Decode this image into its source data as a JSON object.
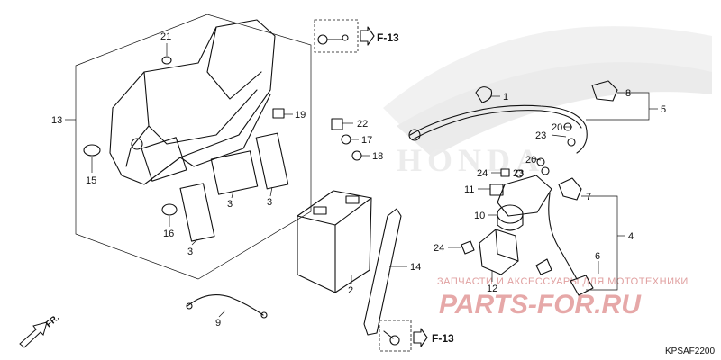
{
  "diagram": {
    "code": "KPSAF2200",
    "direction_label": "FR.",
    "ref_labels": [
      "F-13",
      "F-13"
    ],
    "brand_watermark": "HONDA",
    "watermark_text": "ЗАПЧАСТИ И АКСЕССУАРЫ ДЛЯ МОТОТЕХНИКИ",
    "watermark_logo": "PARTS-FOR.RU",
    "parts": [
      {
        "id": "p1",
        "label": "1"
      },
      {
        "id": "p2",
        "label": "2"
      },
      {
        "id": "p3a",
        "label": "3"
      },
      {
        "id": "p3b",
        "label": "3"
      },
      {
        "id": "p3c",
        "label": "3"
      },
      {
        "id": "p4",
        "label": "4"
      },
      {
        "id": "p5",
        "label": "5"
      },
      {
        "id": "p6",
        "label": "6"
      },
      {
        "id": "p7",
        "label": "7"
      },
      {
        "id": "p8",
        "label": "8"
      },
      {
        "id": "p9",
        "label": "9"
      },
      {
        "id": "p10",
        "label": "10"
      },
      {
        "id": "p11",
        "label": "11"
      },
      {
        "id": "p12",
        "label": "12"
      },
      {
        "id": "p13",
        "label": "13"
      },
      {
        "id": "p14",
        "label": "14"
      },
      {
        "id": "p15",
        "label": "15"
      },
      {
        "id": "p16",
        "label": "16"
      },
      {
        "id": "p17",
        "label": "17"
      },
      {
        "id": "p18",
        "label": "18"
      },
      {
        "id": "p19",
        "label": "19"
      },
      {
        "id": "p20a",
        "label": "20"
      },
      {
        "id": "p20b",
        "label": "20"
      },
      {
        "id": "p21",
        "label": "21"
      },
      {
        "id": "p22",
        "label": "22"
      },
      {
        "id": "p23a",
        "label": "23"
      },
      {
        "id": "p23b",
        "label": "23"
      },
      {
        "id": "p24a",
        "label": "24"
      },
      {
        "id": "p24b",
        "label": "24"
      }
    ]
  }
}
